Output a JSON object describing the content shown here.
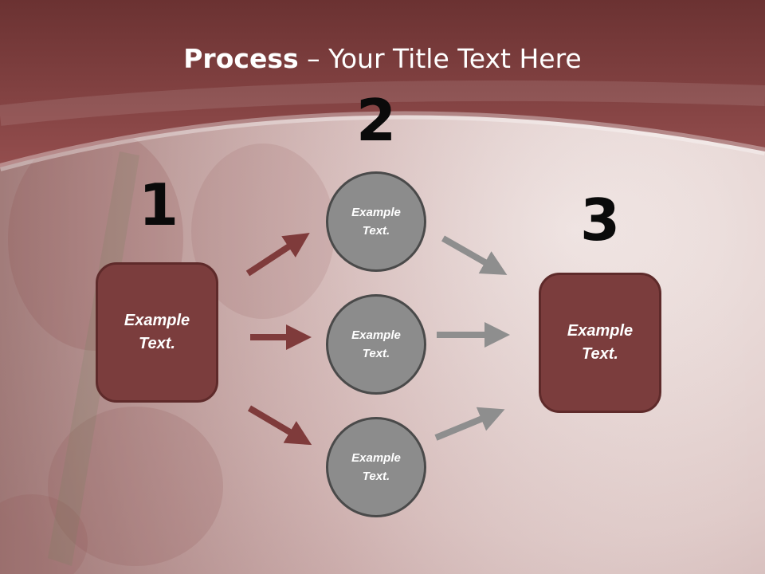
{
  "title": {
    "bold": "Process",
    "rest": " – Your Title Text Here"
  },
  "colors": {
    "header": "#8c4848",
    "box": "#7b3d3d",
    "box_border": "#5e2a2a",
    "circle": "#8c8c8c",
    "circle_border": "#4a4a4a",
    "arrow_red": "#7f3b3b",
    "arrow_gray": "#8e8e8e"
  },
  "steps": [
    {
      "number": "1",
      "label": "Example Text."
    },
    {
      "number": "2",
      "items": [
        "Example Text.",
        "Example Text.",
        "Example Text."
      ]
    },
    {
      "number": "3",
      "label": "Example Text."
    }
  ]
}
